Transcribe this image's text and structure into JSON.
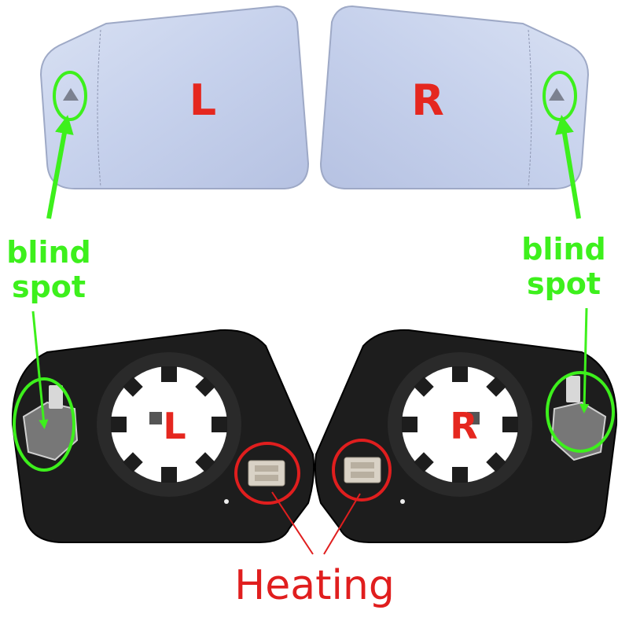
{
  "mirrors": {
    "left_label": "L",
    "right_label": "R"
  },
  "annotations": {
    "blind_spot_left": [
      "blind",
      "spot"
    ],
    "blind_spot_right": [
      "blind",
      "spot"
    ],
    "heating": "Heating"
  },
  "colors": {
    "glass": "#c4d0ea",
    "glass_edge": "#9ea9c6",
    "backing": "#1d1d1d",
    "backing_edge": "#000000",
    "side_letter": "#e5271f",
    "highlight_green": "#3df01c",
    "highlight_red": "#e01e1e",
    "heating_text": "#e01e1e",
    "connector": "#d9d2c6"
  },
  "icons": {
    "blind_spot_marker": "warning-triangle-icon"
  }
}
